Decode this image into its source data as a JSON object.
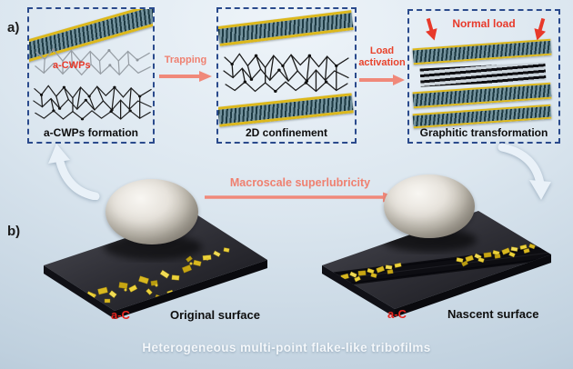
{
  "panel_a_label": "a)",
  "panel_b_label": "b)",
  "stages": [
    {
      "caption": "a-CWPs formation",
      "inner_label": "a-CWPs"
    },
    {
      "caption": "2D confinement"
    },
    {
      "caption": "Graphitic transformation",
      "inner_label": "Normal load"
    }
  ],
  "arrows": {
    "trapping": "Trapping",
    "load_activation": "Load activation",
    "superlubricity": "Macroscale superlubricity"
  },
  "surfaces": {
    "left": {
      "material": "a-C",
      "name": "Original surface"
    },
    "right": {
      "material": "a-C",
      "name": "Nascent surface"
    }
  },
  "footer": "Heterogeneous multi-point flake-like tribofilms",
  "colors": {
    "accent_red": "#e8392a",
    "accent_salmon": "#ef8070",
    "flake_yellow": "#e3c52f",
    "box_border": "#2a4a8c"
  }
}
